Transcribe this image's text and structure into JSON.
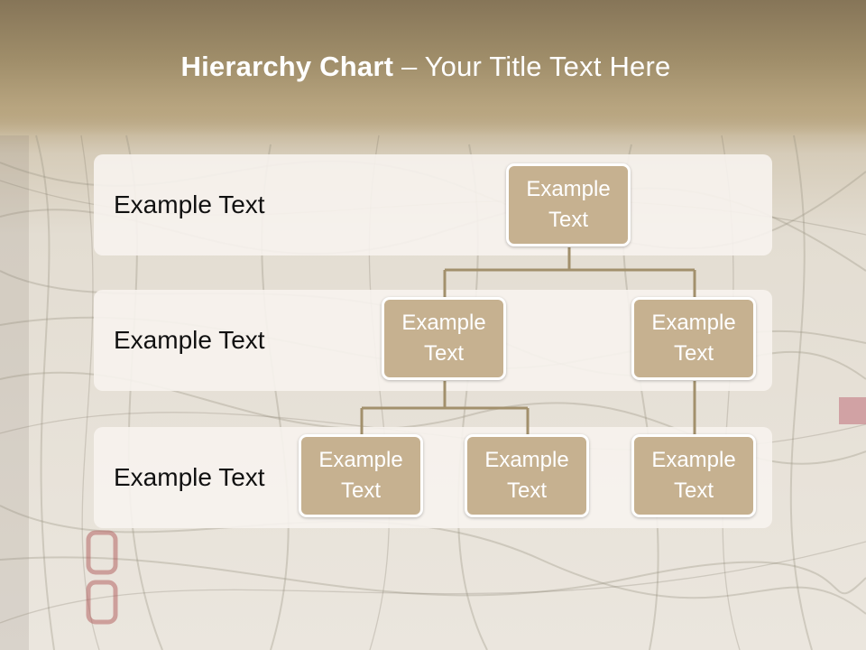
{
  "slide": {
    "title_bold": "Hierarchy Chart",
    "title_rest": " – Your Title Text Here"
  },
  "bands": [
    {
      "label": "Example Text"
    },
    {
      "label": "Example Text"
    },
    {
      "label": "Example Text"
    }
  ],
  "nodes": {
    "root": "Example Text",
    "level2_left": "Example Text",
    "level2_right": "Example Text",
    "level3_a": "Example Text",
    "level3_b": "Example Text",
    "level3_c": "Example Text"
  },
  "colors": {
    "title_bar": "#a08e6a",
    "node_fill": "#c6b190",
    "node_border": "#ffffff",
    "connector": "#a2906c",
    "band_fill": "#f7f3ee"
  }
}
